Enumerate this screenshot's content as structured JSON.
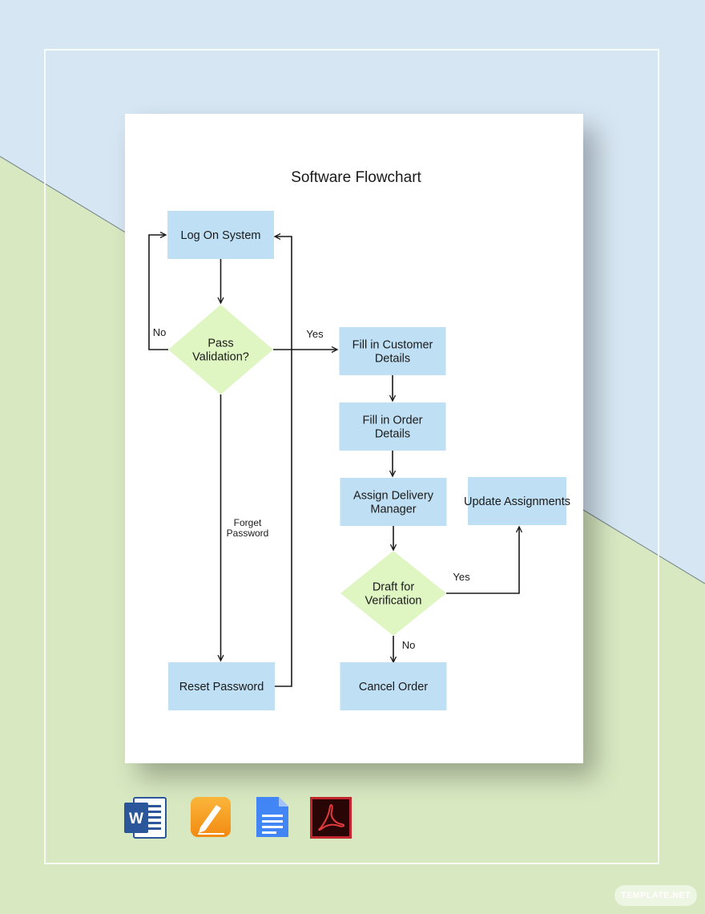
{
  "document": {
    "title": "Software Flowchart"
  },
  "colors": {
    "background_top": "#d6e6f2",
    "background_bottom": "#d8e9c2",
    "process_fill": "#bfdff4",
    "decision_fill": "#dff5c2",
    "line": "#1a1a1a"
  },
  "diagram": {
    "nodes": [
      {
        "id": "log_on",
        "type": "process",
        "label": "Log On System"
      },
      {
        "id": "pass_validation",
        "type": "decision",
        "label": "Pass Validation?"
      },
      {
        "id": "customer_details",
        "type": "process",
        "label": "Fill in Customer Details"
      },
      {
        "id": "order_details",
        "type": "process",
        "label": "Fill in Order Details"
      },
      {
        "id": "assign_manager",
        "type": "process",
        "label": "Assign Delivery Manager"
      },
      {
        "id": "update_assignments",
        "type": "process",
        "label": "Update Assignments"
      },
      {
        "id": "draft_verification",
        "type": "decision",
        "label": "Draft for Verification"
      },
      {
        "id": "cancel_order",
        "type": "process",
        "label": "Cancel Order"
      },
      {
        "id": "reset_password",
        "type": "process",
        "label": "Reset Password"
      }
    ],
    "edges": [
      {
        "id": "e1",
        "from": "log_on",
        "to": "pass_validation",
        "label": ""
      },
      {
        "id": "e2",
        "from": "pass_validation",
        "to": "log_on",
        "label": "No"
      },
      {
        "id": "e3",
        "from": "pass_validation",
        "to": "customer_details",
        "label": "Yes"
      },
      {
        "id": "e4",
        "from": "pass_validation",
        "to": "reset_password",
        "label": "Forget Password"
      },
      {
        "id": "e5",
        "from": "reset_password",
        "to": "log_on",
        "label": ""
      },
      {
        "id": "e6",
        "from": "customer_details",
        "to": "order_details",
        "label": ""
      },
      {
        "id": "e7",
        "from": "order_details",
        "to": "assign_manager",
        "label": ""
      },
      {
        "id": "e8",
        "from": "assign_manager",
        "to": "draft_verification",
        "label": ""
      },
      {
        "id": "e9",
        "from": "draft_verification",
        "to": "update_assignments",
        "label": "Yes"
      },
      {
        "id": "e10",
        "from": "draft_verification",
        "to": "cancel_order",
        "label": "No"
      }
    ]
  },
  "app_icons": [
    {
      "name": "word-icon",
      "color": "#2b579a"
    },
    {
      "name": "pages-icon",
      "color": "#f7a01c"
    },
    {
      "name": "google-docs-icon",
      "color": "#4285f4"
    },
    {
      "name": "pdf-icon",
      "color": "#7a0c0c"
    }
  ],
  "watermark": {
    "text": "TEMPLATE.NET"
  }
}
